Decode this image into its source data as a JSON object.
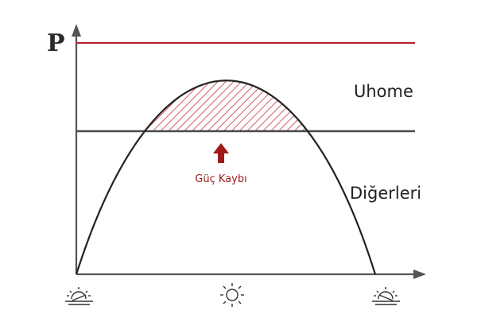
{
  "diagram": {
    "y_axis_label": "P",
    "uhome_label": "Uhome",
    "others_label": "Diğerleri",
    "loss_label": "Güç Kaybı",
    "icons": {
      "start": "sunrise-icon",
      "middle": "sun-icon",
      "end": "sunset-icon"
    },
    "colors": {
      "uhome_line": "#b4252b",
      "others_line": "#4a4a4a",
      "curve": "#222222",
      "hatch": "#c0272d",
      "arrow": "#a01818",
      "axis": "#555555"
    }
  }
}
